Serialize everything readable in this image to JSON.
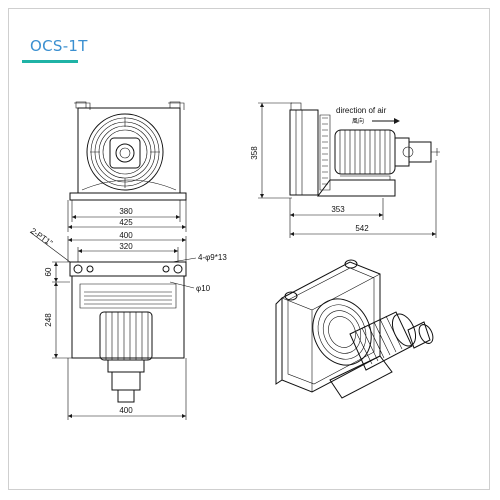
{
  "header": {
    "model": "OCS-1T",
    "accent_color": "#1fb3a6",
    "title_color": "#3a8fd0"
  },
  "front_view": {
    "dim_inner_width": "380",
    "dim_outer_width": "425"
  },
  "side_view": {
    "airflow_label": "direction of air",
    "airflow_cn": "風向",
    "dim_height": "358",
    "dim_base": "353",
    "dim_total": "542"
  },
  "bottom_view": {
    "port_label": "2-PT1\"",
    "dim_overall_width": "400",
    "dim_hole_spacing": "320",
    "hole_spec": "4-φ9*13",
    "pipe_spec": "φ10",
    "dim_top_offset": "60",
    "dim_mid_height": "248",
    "dim_bottom_width": "400"
  }
}
